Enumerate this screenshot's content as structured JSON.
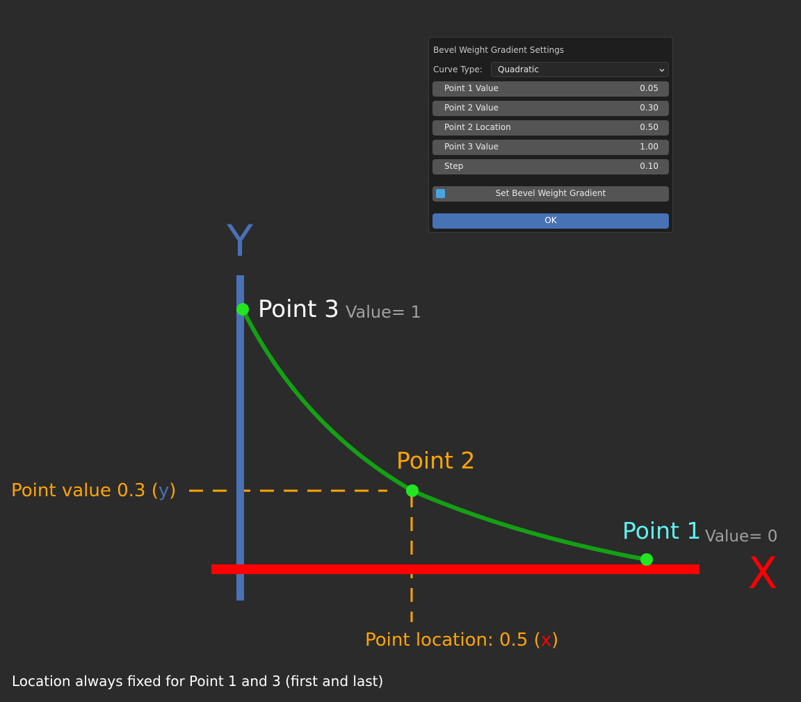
{
  "dialog": {
    "title": "Bevel Weight Gradient Settings",
    "curve_type_label": "Curve Type:",
    "curve_type_value": "Quadratic",
    "fields": [
      {
        "label": "Point 1 Value",
        "value": "0.05"
      },
      {
        "label": "Point 2 Value",
        "value": "0.30"
      },
      {
        "label": "Point 2 Location",
        "value": "0.50"
      },
      {
        "label": "Point 3 Value",
        "value": "1.00"
      },
      {
        "label": "Step",
        "value": "0.10"
      }
    ],
    "action_button_label": "Set Bevel Weight Gradient",
    "ok_label": "OK"
  },
  "diagram": {
    "y_axis_label": "Y",
    "x_axis_label": "X",
    "point3_label": "Point 3",
    "point3_value_text": "Value= 1",
    "point2_label": "Point 2",
    "point1_label": "Point 1",
    "point1_value_text": "Value= 0",
    "point_value_prefix": "Point value 0.3 (",
    "point_value_var": "y",
    "point_value_suffix": ")",
    "point_location_prefix": "Point location: 0.5 (",
    "point_location_var": "x",
    "point_location_suffix": ")"
  },
  "caption": "Location always fixed for Point 1 and 3 (first and last)",
  "colors": {
    "background": "#2b2b2b",
    "x_axis": "#ff0000",
    "y_axis": "#4a70b5",
    "curve": "#14a014",
    "point": "#22e622",
    "point1_label": "#5ef3f3",
    "annotation": "#ffa500",
    "secondary_text": "#a0a0a0",
    "ok_button": "#4772b3"
  },
  "icons": {
    "dropdown": "chevron-down-icon",
    "checkbox": "checkbox-icon"
  }
}
